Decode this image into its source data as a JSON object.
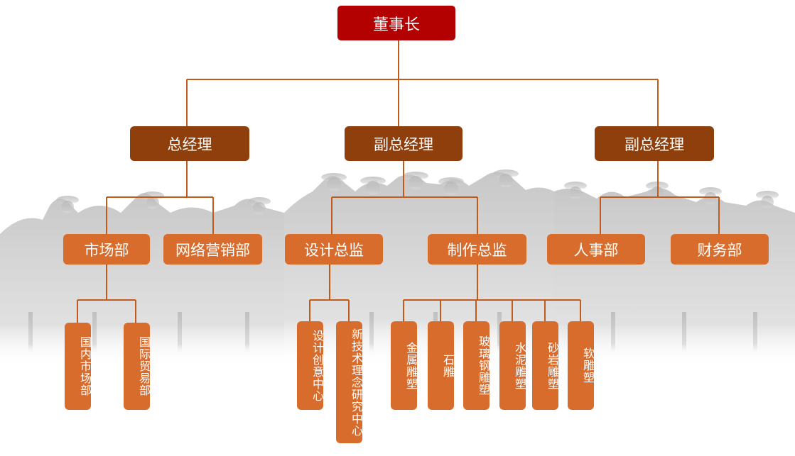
{
  "colors": {
    "line": "#c25a1c",
    "top": "#b30000",
    "level1": "#8f3f0c",
    "level2": "#d86c2c",
    "silhouette": "#b5b5b5"
  },
  "chairman": "董事长",
  "general_manager": "总经理",
  "deputy_gm_left": "副总经理",
  "deputy_gm_right": "副总经理",
  "departments": {
    "market": "市场部",
    "online_marketing": "网络营销部",
    "design_director": "设计总监",
    "production_director": "制作总监",
    "hr": "人事部",
    "finance": "财务部"
  },
  "units": {
    "domestic_market": "国内市场部",
    "international_trade": "国际贸易部",
    "design_creative_center": "设计创意中心",
    "new_tech_research_center": "新技术理念研究中心",
    "metal_sculpture": "金属雕塑",
    "stone_carving": "石雕",
    "fiberglass_sculpture": "玻璃钢雕塑",
    "cement_sculpture": "水泥雕塑",
    "sandstone_sculpture": "砂岩雕塑",
    "soft_sculpture": "软雕塑"
  }
}
